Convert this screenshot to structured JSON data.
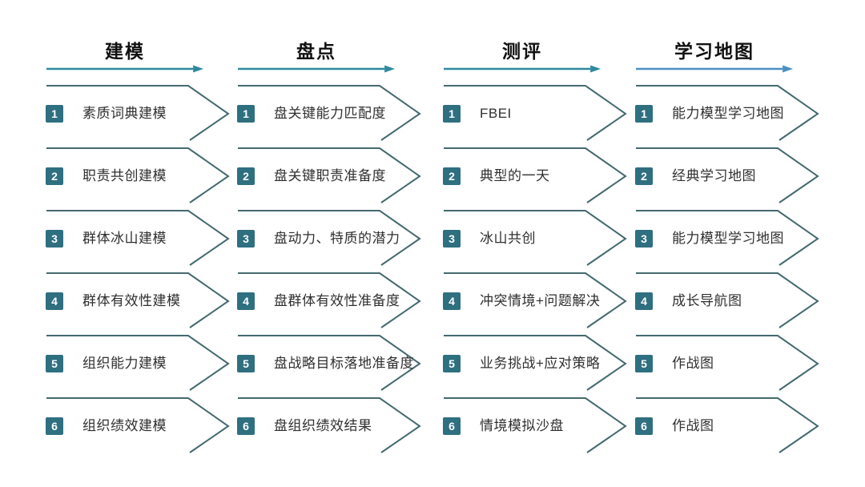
{
  "canvas": {
    "background": "#FFFFFF"
  },
  "colors": {
    "shape_stroke": "#44696F",
    "badge_bg": "#2E6F80",
    "badge_text": "#FFFFFF",
    "label_color": "#2F2F2F",
    "title_color": "#111111"
  },
  "layout_lefts": [
    57,
    296,
    553,
    793
  ],
  "columns": [
    {
      "title": "建模",
      "arrow_color": "#2F89A0",
      "items": [
        {
          "num": "1",
          "label": "素质词典建模"
        },
        {
          "num": "2",
          "label": "职责共创建模"
        },
        {
          "num": "3",
          "label": "群体冰山建模"
        },
        {
          "num": "4",
          "label": "群体有效性建模"
        },
        {
          "num": "5",
          "label": "组织能力建模"
        },
        {
          "num": "6",
          "label": "组织绩效建模"
        }
      ]
    },
    {
      "title": "盘点",
      "arrow_color": "#2F89A0",
      "items": [
        {
          "num": "1",
          "label": "盘关键能力匹配度"
        },
        {
          "num": "2",
          "label": "盘关键职责准备度"
        },
        {
          "num": "3",
          "label": "盘动力、特质的潜力"
        },
        {
          "num": "4",
          "label": "盘群体有效性准备度"
        },
        {
          "num": "5",
          "label": "盘战略目标落地准备度"
        },
        {
          "num": "6",
          "label": "盘组织绩效结果"
        }
      ]
    },
    {
      "title": "测评",
      "arrow_color": "#2F89A0",
      "items": [
        {
          "num": "1",
          "label": "FBEI"
        },
        {
          "num": "2",
          "label": "典型的一天"
        },
        {
          "num": "3",
          "label": "冰山共创"
        },
        {
          "num": "4",
          "label": "冲突情境+问题解决"
        },
        {
          "num": "5",
          "label": "业务挑战+应对策略"
        },
        {
          "num": "6",
          "label": "情境模拟沙盘"
        }
      ]
    },
    {
      "title": "学习地图",
      "arrow_color": "#4A90C2",
      "items": [
        {
          "num": "1",
          "label": "能力模型学习地图"
        },
        {
          "num": "2",
          "label": "经典学习地图"
        },
        {
          "num": "3",
          "label": "能力模型学习地图"
        },
        {
          "num": "4",
          "label": "成长导航图"
        },
        {
          "num": "5",
          "label": "作战图"
        },
        {
          "num": "6",
          "label": "作战图"
        }
      ]
    }
  ]
}
